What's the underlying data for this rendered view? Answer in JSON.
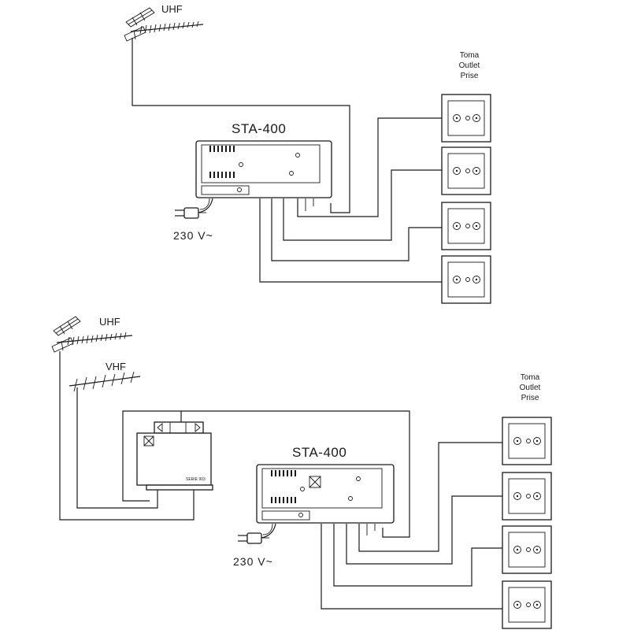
{
  "top": {
    "antenna_label": "UHF",
    "amplifier_model": "STA-400",
    "power_label": "230  V~",
    "outlet_caption": [
      "Toma",
      "Outlet",
      "Prise"
    ]
  },
  "bottom": {
    "antenna_uhf_label": "UHF",
    "antenna_vhf_label": "VHF",
    "combiner_label": "SERIE 903",
    "amplifier_model": "STA-400",
    "power_label": "230  V~",
    "outlet_caption": [
      "Toma",
      "Outlet",
      "Prise"
    ]
  },
  "colors": {
    "line": "#1a1a1a",
    "background": "#ffffff"
  }
}
